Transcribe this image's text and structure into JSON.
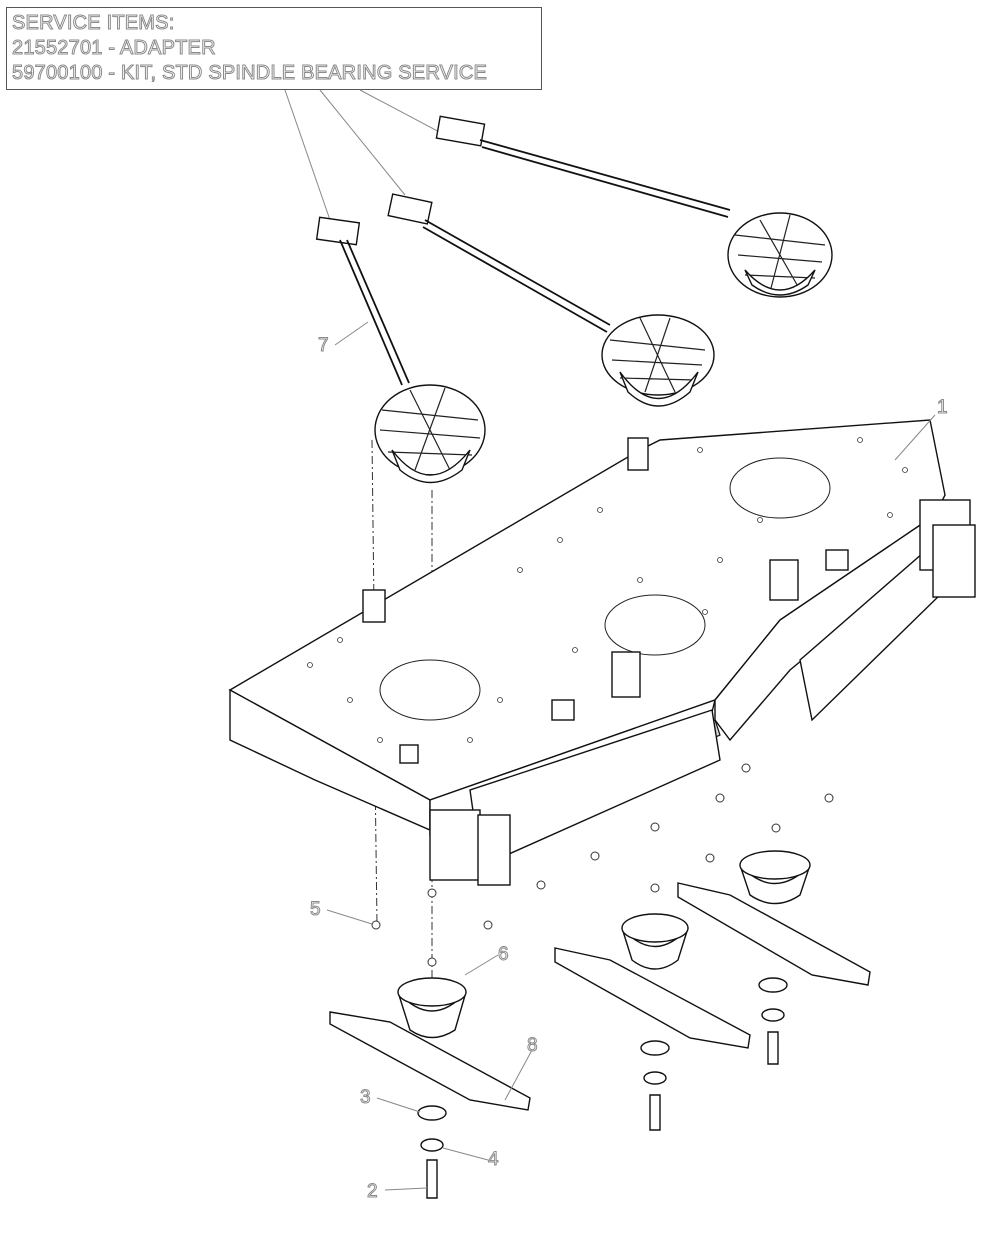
{
  "service_items": {
    "heading": "SERVICE ITEMS:",
    "items": [
      "21552701 - ADAPTER",
      "59700100 - KIT, STD SPINDLE BEARING SERVICE"
    ]
  },
  "callouts": [
    "1",
    "2",
    "3",
    "4",
    "5",
    "6",
    "7",
    "8"
  ]
}
